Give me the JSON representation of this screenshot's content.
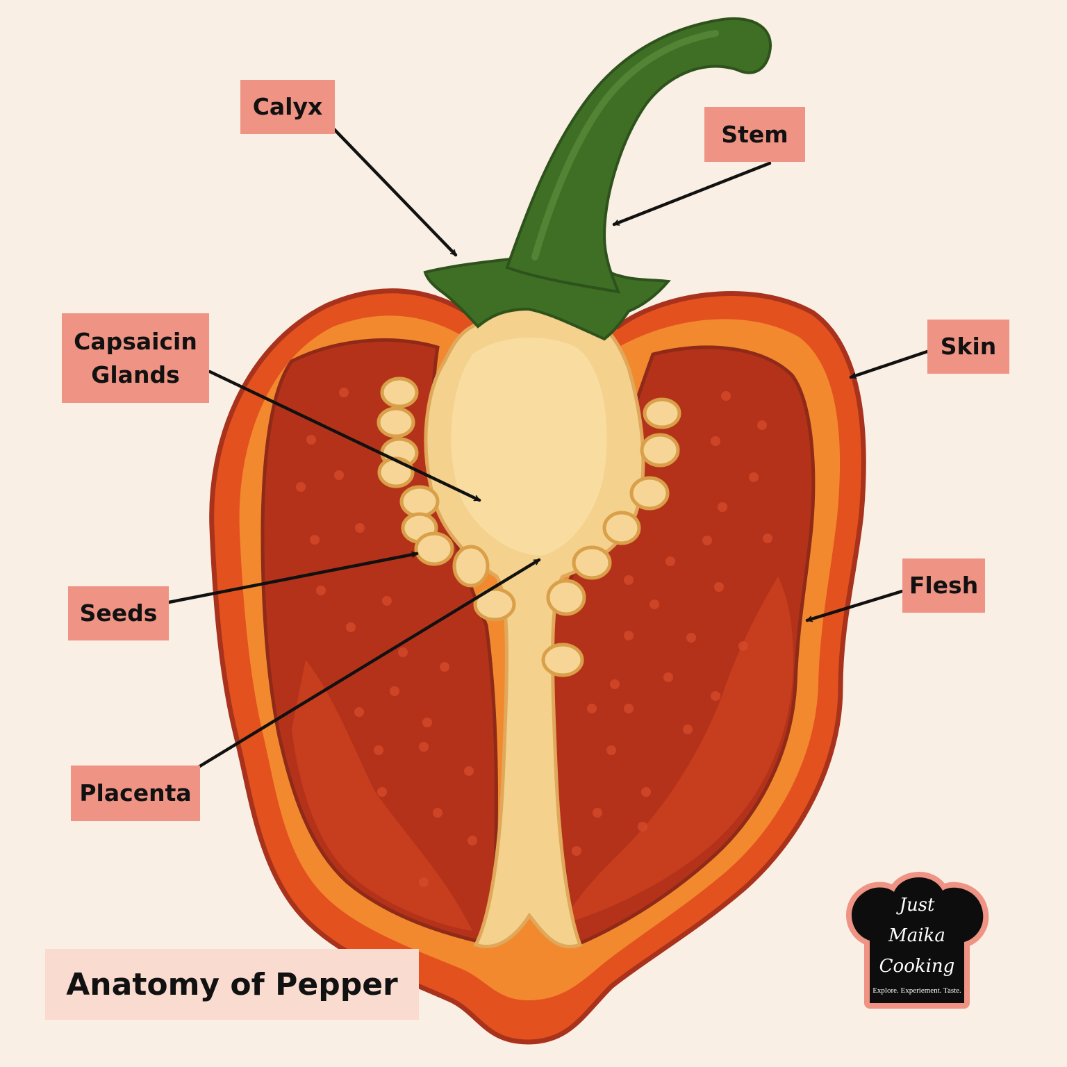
{
  "labels": {
    "calyx": "Calyx",
    "stem": "Stem",
    "capsaicin_line1": "Capsaicin",
    "capsaicin_line2": "Glands",
    "skin": "Skin",
    "seeds": "Seeds",
    "flesh": "Flesh",
    "placenta": "Placenta"
  },
  "title": "Anatomy of Pepper",
  "logo": {
    "line1": "Just",
    "line2": "Maika",
    "line3": "Cooking",
    "tagline": "Explore. Experiement. Taste."
  },
  "colors": {
    "background": "#f9efe4",
    "label_fill": "#ef9384",
    "title_fill": "#fadbd0",
    "skin_outline": "#a8321c",
    "skin": "#e3511f",
    "flesh": "#f3892f",
    "cavity": "#b5321a",
    "placenta": "#f4d18c",
    "seed": "#f6d597",
    "stem": "#3f6e25"
  }
}
